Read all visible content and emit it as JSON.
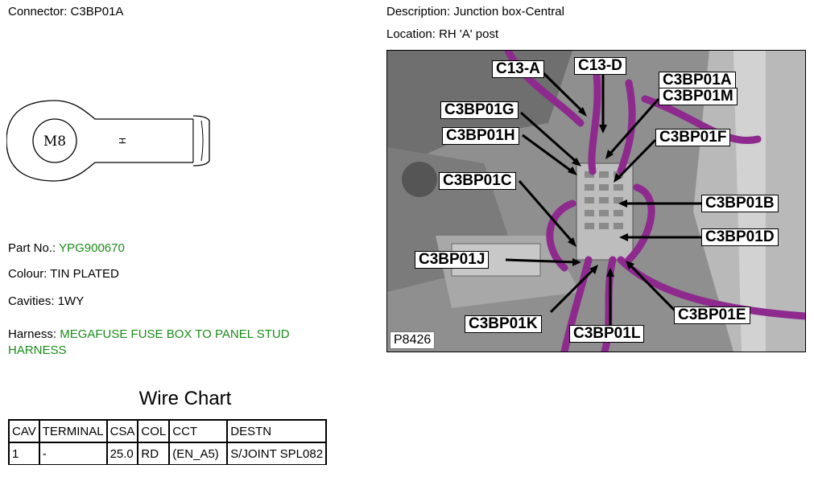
{
  "connector": {
    "label": "Connector:",
    "value": "C3BP01A"
  },
  "description": {
    "label": "Description:",
    "value": "Junction box-Central"
  },
  "location": {
    "label": "Location:",
    "value": "RH 'A' post"
  },
  "terminal_drawing": {
    "stud_label": "M8",
    "side_mark": "H"
  },
  "part_no": {
    "label": "Part No.:",
    "value": "YPG900670"
  },
  "colour": {
    "label": "Colour:",
    "value": "TIN PLATED"
  },
  "cavities": {
    "label": "Cavities:",
    "value": "1WY"
  },
  "harness": {
    "label": "Harness:",
    "line1": "MEGAFUSE FUSE BOX TO PANEL STUD",
    "line2": "HARNESS"
  },
  "photo": {
    "reference": "P8426",
    "callouts": [
      "C13-A",
      "C13-D",
      "C3BP01A",
      "C3BP01M",
      "C3BP01G",
      "C3BP01H",
      "C3BP01F",
      "C3BP01C",
      "C3BP01B",
      "C3BP01D",
      "C3BP01J",
      "C3BP01E",
      "C3BP01K",
      "C3BP01L"
    ]
  },
  "wire_chart": {
    "title": "Wire Chart",
    "headers": [
      "CAV",
      "TERMINAL",
      "CSA",
      "COL",
      "CCT",
      "DESTN"
    ],
    "rows": [
      [
        "1",
        "-",
        "25.0",
        "RD",
        "(EN_A5)",
        "S/JOINT SPL082"
      ]
    ]
  },
  "colors": {
    "harness_green": "#1a8c1a",
    "wiring_purple": "#8e2a8e"
  }
}
